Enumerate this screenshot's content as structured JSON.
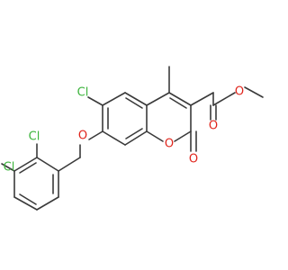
{
  "structure": {
    "colors": {
      "bond": "#3a3a3a",
      "carbon": "#3a3a3a",
      "chlorine": "#3cb43c",
      "oxygen": "#e0241b",
      "background": "#ffffff"
    },
    "atom_labels": {
      "cl_ring": "Cl",
      "cl_meta": "Cl",
      "cl_para": "Cl",
      "o_ether": "O",
      "o_ring": "O",
      "o_lactone_carbonyl": "O",
      "o_ester_carbonyl": "O",
      "o_ester_single": "O"
    }
  }
}
